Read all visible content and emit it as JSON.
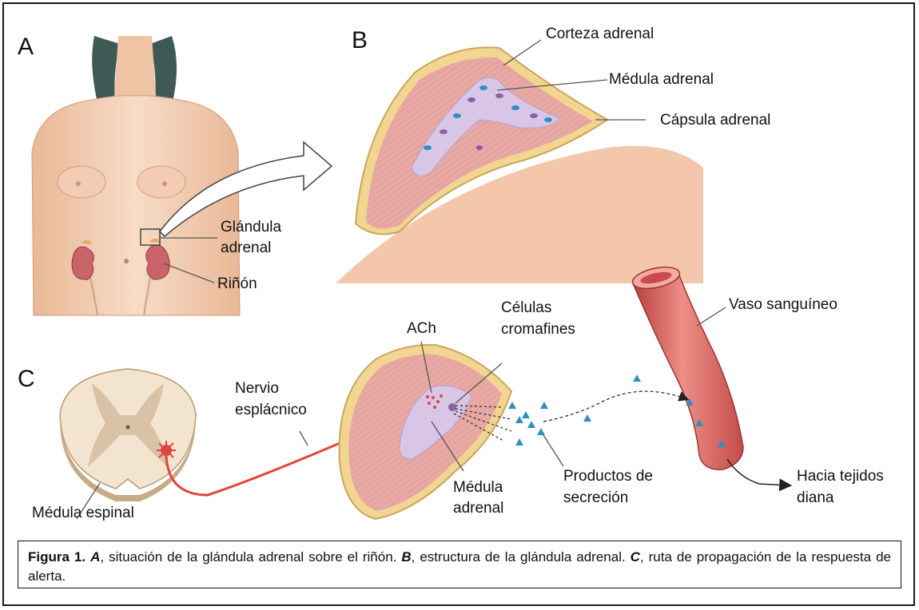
{
  "panels": {
    "a": "A",
    "b": "B",
    "c": "C"
  },
  "labels": {
    "glandula_1": "Glándula",
    "glandula_2": "adrenal",
    "rinon": "Riñón",
    "corteza": "Corteza adrenal",
    "medula_b": "Médula adrenal",
    "capsula": "Cápsula adrenal",
    "ach": "ACh",
    "celulas_1": "Células",
    "celulas_2": "cromafines",
    "vaso": "Vaso sanguíneo",
    "nervio_1": "Nervio",
    "nervio_2": "esplácnico",
    "medula_espinal": "Médula espinal",
    "medula_c_1": "Médula",
    "medula_c_2": "adrenal",
    "productos_1": "Productos de",
    "productos_2": "secreción",
    "hacia_1": "Hacia tejidos",
    "hacia_2": "diana"
  },
  "caption": {
    "fig": "Figura 1.",
    "a": "A",
    "t1": ", situación de la glándula adrenal sobre el riñón. ",
    "b": "B",
    "t2": ", estructura de la glándula adrenal. ",
    "c": "C",
    "t3": ", ruta de propagación de la respuesta de alerta."
  },
  "colors": {
    "skin": "#f3cdb0",
    "kidney": "#c9646a",
    "cortex": "#e8a9a4",
    "medulla": "#d9c6e6",
    "vessel": "#dd6a66",
    "nerve": "#e2443f",
    "granule": "#2e8fc4"
  }
}
